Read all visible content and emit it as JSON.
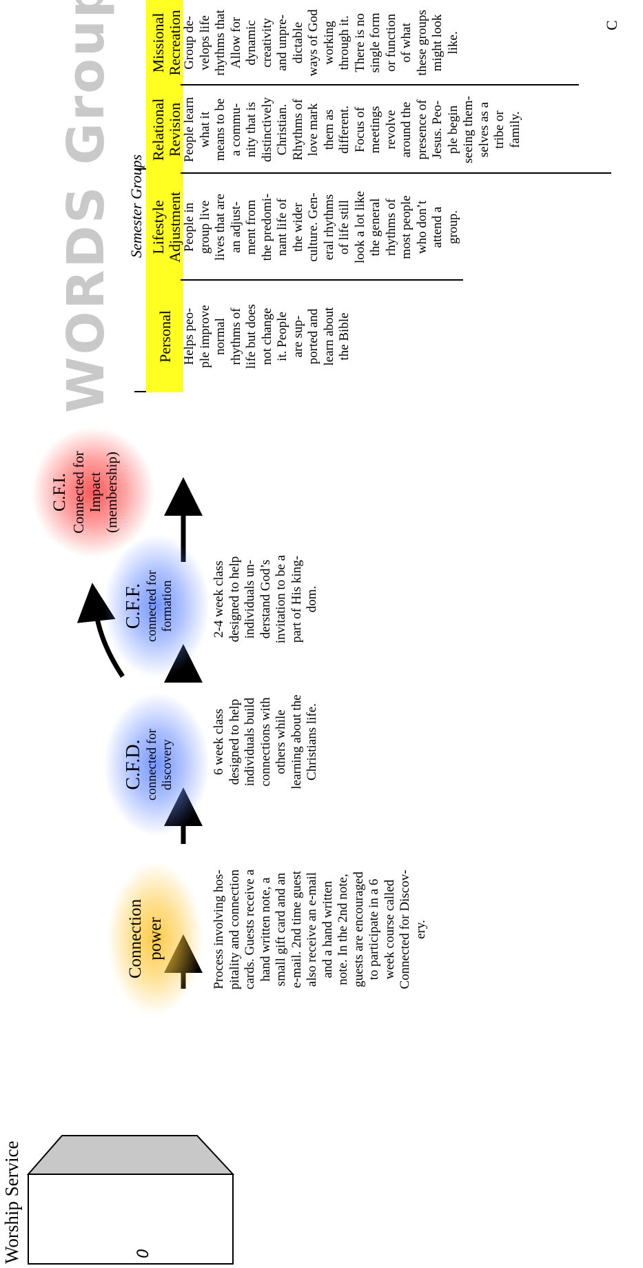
{
  "page": {
    "title": "Worship Service",
    "edge_letter": "C"
  },
  "icons": {
    "book": "book-icon",
    "arrow": "arrow-icon"
  },
  "colors": {
    "highlight": "#ffff22",
    "orange_glow": "#ffc83c",
    "blue_glow": "#6e91ff",
    "red_glow": "#ff5050",
    "title_gray": "#c9c9c9"
  },
  "book": {
    "label": "0"
  },
  "steps": [
    {
      "title": "Connection",
      "subtitle": "power",
      "desc": [
        "Process involving hos-",
        "pitality and connection",
        "cards. Guests receive a",
        "hand written note, a",
        "small gift card and an",
        "e-mail. 2nd time guest",
        "also receive an e-mail",
        "and a hand written",
        "note. In the 2nd note,",
        "guests are encouraged",
        "to participate in a 6",
        "week course called",
        "Connected for Discov-",
        "ery."
      ]
    },
    {
      "title": "C.F.D.",
      "subtitle": "connected for",
      "subtitle2": "discovery",
      "desc": [
        "6 week class",
        "designed to help",
        "individuals build",
        "connections with",
        "others while",
        "learning about the",
        "Christians life."
      ]
    },
    {
      "title": "C.F.F.",
      "subtitle": "connected for",
      "subtitle2": "formation",
      "desc": [
        "2-4 week class",
        "designed to help",
        "individuals un-",
        "derstand God’s",
        "invitation to be a",
        "part of His king-",
        "dom."
      ]
    },
    {
      "title": "C.F.I.",
      "subtitle": "Connected for",
      "subtitle2": "Impact",
      "subtitle3": "(membership)"
    }
  ],
  "groups": {
    "title": "WORDS Groups",
    "semester_label": "Semester Groups",
    "columns": [
      {
        "header": [
          "Personal"
        ],
        "text": [
          "Helps peo-",
          "ple improve",
          "normal",
          "rhythms of",
          "life but does",
          "not change",
          "it. People",
          "are sup-",
          "ported and",
          "learn about",
          "the Bible"
        ]
      },
      {
        "header": [
          "Lifestyle",
          "Adjustment"
        ],
        "text": [
          "People in",
          "group live",
          "lives that are",
          "an adjust-",
          "ment from",
          "the predomi-",
          "nant life of",
          "the wider",
          "culture. Gen-",
          "eral rhythms",
          "of life still",
          "look a lot like",
          "the general",
          "rhythms of",
          "most people",
          "who don’t",
          "attend a",
          "group."
        ]
      },
      {
        "header": [
          "Relational",
          "Revision"
        ],
        "text": [
          "People learn",
          "what it",
          "means to be",
          "a commu-",
          "nity that is",
          "distinctively",
          "Christian.",
          "Rhythms of",
          "love mark",
          "them as",
          "different.",
          "Focus of",
          "meetings",
          "revolve",
          "around the",
          "presence of",
          "Jesus. Peo-",
          "ple begin",
          "seeing them-",
          "selves as a",
          "tribe or",
          "family."
        ]
      },
      {
        "header": [
          "Missional",
          "Recreation"
        ],
        "text": [
          "Group de-",
          "velops life",
          "rhythms that",
          "Allow for",
          "dynamic",
          "creativity",
          "and unpre-",
          "dictable",
          "ways of God",
          "working",
          "through it.",
          "There is no",
          "single form",
          "or function",
          "of what",
          "these groups",
          "might look",
          "like."
        ]
      }
    ]
  }
}
